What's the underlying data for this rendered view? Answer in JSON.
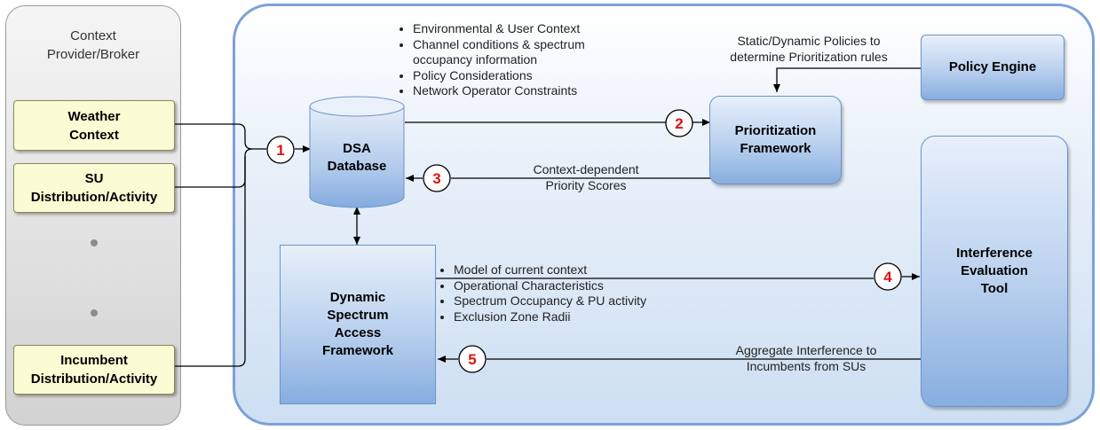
{
  "context_panel": {
    "title_line1": "Context",
    "title_line2": "Provider/Broker",
    "weather": {
      "line1": "Weather",
      "line2": "Context"
    },
    "su": {
      "line1": "SU",
      "line2": "Distribution/Activity"
    },
    "incumbent": {
      "line1": "Incumbent",
      "line2": "Distribution/Activity"
    }
  },
  "nodes": {
    "dsa_database": {
      "line1": "DSA",
      "line2": "Database"
    },
    "prioritization": {
      "line1": "Prioritization",
      "line2": "Framework"
    },
    "policy_engine": "Policy Engine",
    "interference": {
      "line1": "Interference",
      "line2": "Evaluation",
      "line3": "Tool"
    },
    "dsa_framework": {
      "line1": "Dynamic",
      "line2": "Spectrum",
      "line3": "Access",
      "line4": "Framework"
    }
  },
  "annotations": {
    "db_inputs": [
      "Environmental & User Context",
      "Channel conditions & spectrum",
      "Policy Considerations",
      "Network Operator Constraints"
    ],
    "db_inputs_continuation": "occupancy information",
    "policies": {
      "line1": "Static/Dynamic Policies to",
      "line2": "determine Prioritization rules"
    },
    "priority_scores": {
      "line1": "Context-dependent",
      "line2": "Priority Scores"
    },
    "framework_outputs": [
      "Model of current context",
      "Operational Characteristics",
      "Spectrum Occupancy & PU activity",
      "Exclusion Zone Radii"
    ],
    "aggregate": {
      "line1": "Aggregate Interference to",
      "line2": "Incumbents from SUs"
    }
  },
  "steps": [
    "1",
    "2",
    "3",
    "4",
    "5"
  ],
  "colors": {
    "step_circle_text": "#e01010",
    "context_box_fill": "#fbfbd4",
    "main_panel_border": "#7ba2d6"
  }
}
